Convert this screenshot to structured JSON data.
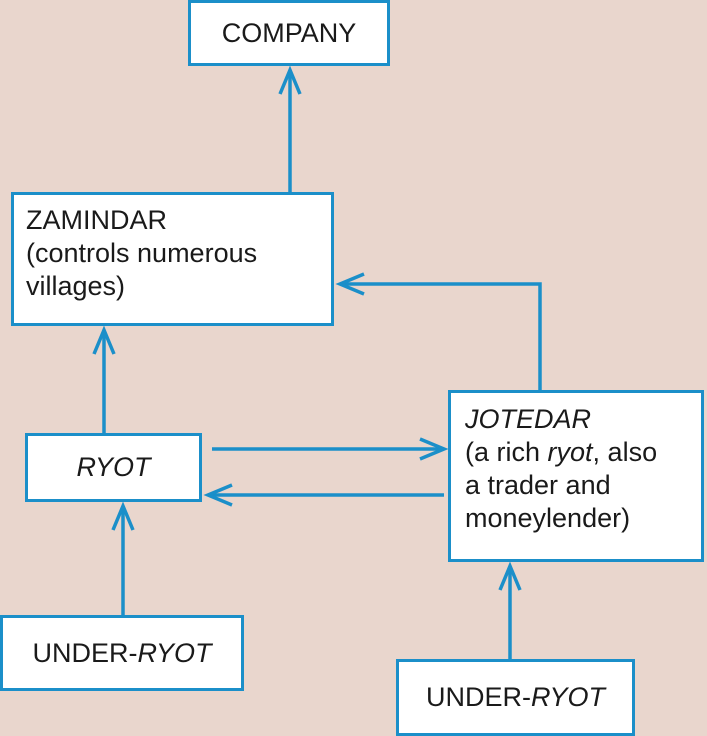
{
  "diagram": {
    "colors": {
      "background": "#e9d6cd",
      "box_fill": "#ffffff",
      "box_border": "#1b8fc9",
      "connector": "#1b8fc9",
      "text": "#1a1a1a"
    },
    "nodes": {
      "company": {
        "label": "COMPANY"
      },
      "zamindar": {
        "title": "ZAMINDAR",
        "desc_line1": "(controls numerous",
        "desc_line2": "villages)"
      },
      "ryot": {
        "label": "RYOT"
      },
      "jotedar": {
        "title": "JOTEDAR",
        "line1_pre": "(a rich ",
        "line1_em": "ryot",
        "line1_post": ", also",
        "line2": "a trader and",
        "line3": "moneylender)"
      },
      "under_ryot_left": {
        "prefix": "UNDER-",
        "em": "RYOT"
      },
      "under_ryot_right": {
        "prefix": "UNDER-",
        "em": "RYOT"
      }
    },
    "edges": [
      {
        "from": "zamindar",
        "to": "company"
      },
      {
        "from": "jotedar",
        "to": "zamindar"
      },
      {
        "from": "ryot",
        "to": "zamindar"
      },
      {
        "from": "ryot",
        "to": "jotedar"
      },
      {
        "from": "jotedar",
        "to": "ryot"
      },
      {
        "from": "under_ryot_left",
        "to": "ryot"
      },
      {
        "from": "under_ryot_right",
        "to": "jotedar"
      }
    ]
  }
}
